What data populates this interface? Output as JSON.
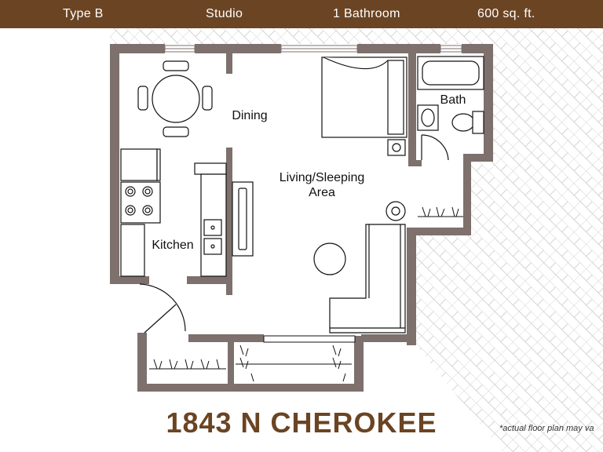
{
  "header": {
    "type": "Type B",
    "layout": "Studio",
    "bathrooms": "1 Bathroom",
    "area": "600 sq. ft."
  },
  "rooms": {
    "dining": "Dining",
    "bath": "Bath",
    "living_line1": "Living/Sleeping",
    "living_line2": "Area",
    "kitchen": "Kitchen"
  },
  "title": "1843 N CHEROKEE",
  "disclaimer": "*actual floor plan may va",
  "colors": {
    "brand": "#6b4423",
    "wall": "#7d706d",
    "hatch": "#d4d4d4"
  }
}
